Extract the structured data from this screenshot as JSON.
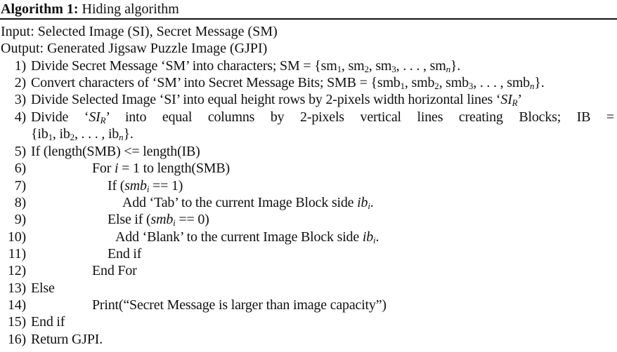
{
  "algorithm": {
    "label": "Algorithm 1:",
    "title": "Hiding algorithm",
    "input": "Input: Selected Image (SI), Secret Message (SM)",
    "output": "Output: Generated Jigsaw Puzzle Image (GJPI)",
    "steps": [
      {
        "num": "1)",
        "indent": 0,
        "text": "Divide Secret Message ‘SM’ into characters; SM = {sm1, sm2, sm3, . . . , smn}."
      },
      {
        "num": "2)",
        "indent": 0,
        "text": "Convert characters of ‘SM’ into Secret Message Bits; SMB = {smb1, smb2, smb3, . . . , smbn}."
      },
      {
        "num": "3)",
        "indent": 0,
        "text": "Divide Selected Image ‘SI’ into equal height rows by 2-pixels width horizontal lines ‘SIR’"
      },
      {
        "num": "4)",
        "indent": 0,
        "text": "Divide ‘SIR’ into equal columns by 2-pixels vertical lines creating Blocks; IB = {ib1, ib2, . . . , ibn}."
      },
      {
        "num": "5)",
        "indent": 0,
        "text": "If (length(SMB) <= length(IB)"
      },
      {
        "num": "6)",
        "indent": 1,
        "text": "For i = 1 to length(SMB)"
      },
      {
        "num": "7)",
        "indent": 2,
        "text": "If (smbi == 1)"
      },
      {
        "num": "8)",
        "indent": 3,
        "text": "Add ‘Tab’ to the current Image Block side ibi."
      },
      {
        "num": "9)",
        "indent": 2,
        "text": "Else if (smbi == 0)"
      },
      {
        "num": "10)",
        "indent": 3,
        "text": "Add ‘Blank’ to the current Image Block side ibi."
      },
      {
        "num": "11)",
        "indent": 2,
        "text": "End if"
      },
      {
        "num": "12)",
        "indent": 1,
        "text": "End For"
      },
      {
        "num": "13)",
        "indent": 0,
        "text": "Else"
      },
      {
        "num": "14)",
        "indent": 1,
        "text": "Print(“Secret Message is larger than image capacity”)"
      },
      {
        "num": "15)",
        "indent": 0,
        "text": "End if"
      },
      {
        "num": "16)",
        "indent": 0,
        "text": "Return GJPI."
      }
    ]
  }
}
